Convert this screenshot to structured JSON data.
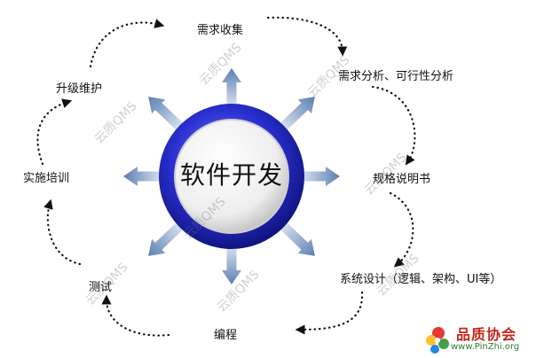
{
  "center": {
    "label": "软件开发"
  },
  "stages": {
    "requirements_collection": "需求收集",
    "requirements_analysis": "需求分析、可行性分析",
    "specification": "规格说明书",
    "system_design": "系统设计（逻辑、架构、UI等）",
    "coding": "编程",
    "testing": "测试",
    "training": "实施培训",
    "maintenance": "升级维护"
  },
  "watermarks": [
    "云质QMS",
    "云质QMS",
    "云质QMS",
    "云质QMS",
    "云质QMS",
    "云质QMS",
    "云质QMS",
    "云质QMS"
  ],
  "logo": {
    "title": "品质协会",
    "url": "www.PinZhi.org"
  },
  "colors": {
    "ring": "#2a2fd0",
    "arrow_start": "#e8edf6",
    "arrow_end": "#5b7fb3",
    "cycle_dots": "#111111"
  }
}
